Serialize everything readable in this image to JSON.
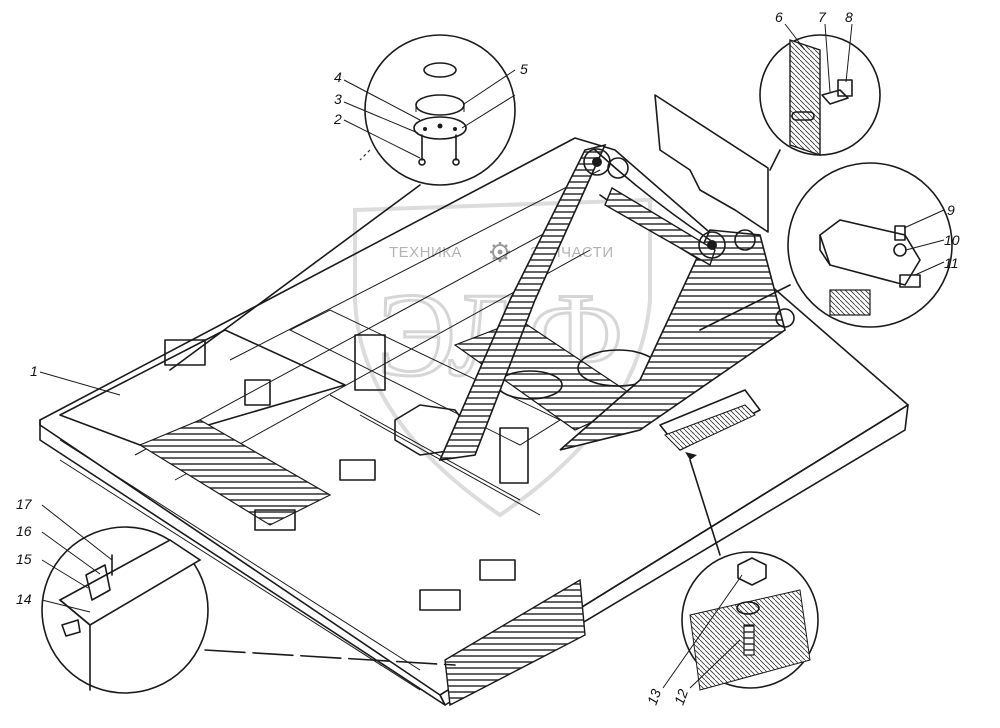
{
  "watermark": {
    "left_text": "ТЕХНИКА",
    "right_text": "ЗАПЧАСТИ",
    "big_letters": "ЭЛФ",
    "gear_icon": "gear-icon"
  },
  "callouts": [
    {
      "id": "1",
      "text": "1"
    },
    {
      "id": "2",
      "text": "2"
    },
    {
      "id": "3",
      "text": "3"
    },
    {
      "id": "4",
      "text": "4"
    },
    {
      "id": "5",
      "text": "5"
    },
    {
      "id": "6",
      "text": "6"
    },
    {
      "id": "7",
      "text": "7"
    },
    {
      "id": "8",
      "text": "8"
    },
    {
      "id": "9",
      "text": "9"
    },
    {
      "id": "10",
      "text": "10"
    },
    {
      "id": "11",
      "text": "11"
    },
    {
      "id": "12",
      "text": "12"
    },
    {
      "id": "13",
      "text": "13"
    },
    {
      "id": "14",
      "text": "14"
    },
    {
      "id": "15",
      "text": "15"
    },
    {
      "id": "16",
      "text": "16"
    },
    {
      "id": "17",
      "text": "17"
    }
  ]
}
